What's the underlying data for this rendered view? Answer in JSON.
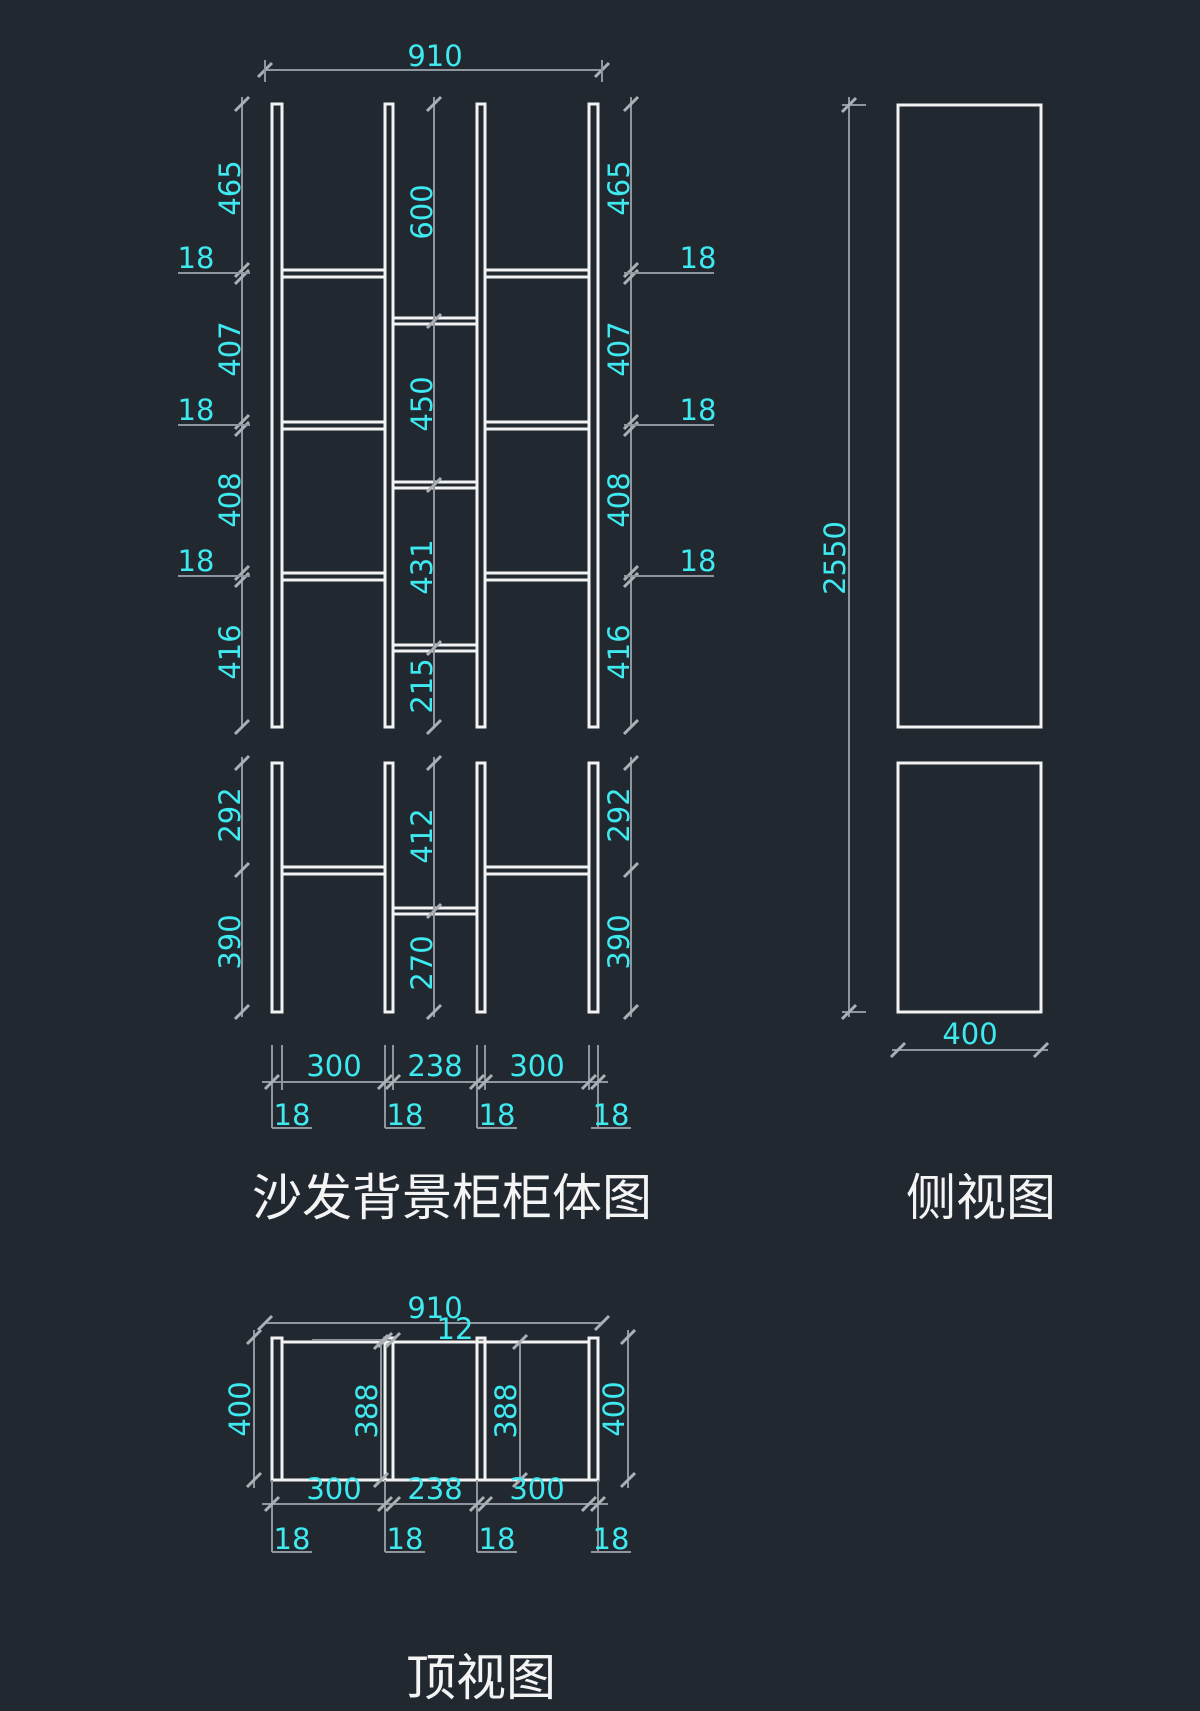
{
  "colors": {
    "background": "#212830",
    "panel": "#F2F2F2",
    "dimension_text": "#3FE9F0",
    "dimension_line": "#8F969D",
    "title": "#F4F4F4"
  },
  "titles": {
    "front": "沙发背景柜柜体图",
    "side": "侧视图",
    "top": "顶视图"
  },
  "front_view": {
    "overall_width": "910",
    "left_upper": [
      "465",
      "18",
      "407",
      "18",
      "408",
      "18",
      "416"
    ],
    "left_lower": [
      "292",
      "390"
    ],
    "middle_upper": [
      "600",
      "450",
      "431",
      "215"
    ],
    "middle_lower": [
      "412",
      "270"
    ],
    "right_upper": [
      "465",
      "18",
      "407",
      "18",
      "408",
      "18",
      "416"
    ],
    "right_lower": [
      "292",
      "390"
    ],
    "widths": [
      "300",
      "238",
      "300"
    ],
    "board_thickness": [
      "18",
      "18",
      "18",
      "18"
    ]
  },
  "side_view": {
    "height": "2550",
    "depth": "400"
  },
  "top_view": {
    "overall_width": "910",
    "inset": "12",
    "left_depth": "400",
    "inner_depth_1": "388",
    "inner_depth_2": "388",
    "right_depth": "400",
    "widths": [
      "300",
      "238",
      "300"
    ],
    "board_thickness": [
      "18",
      "18",
      "18",
      "18"
    ]
  }
}
